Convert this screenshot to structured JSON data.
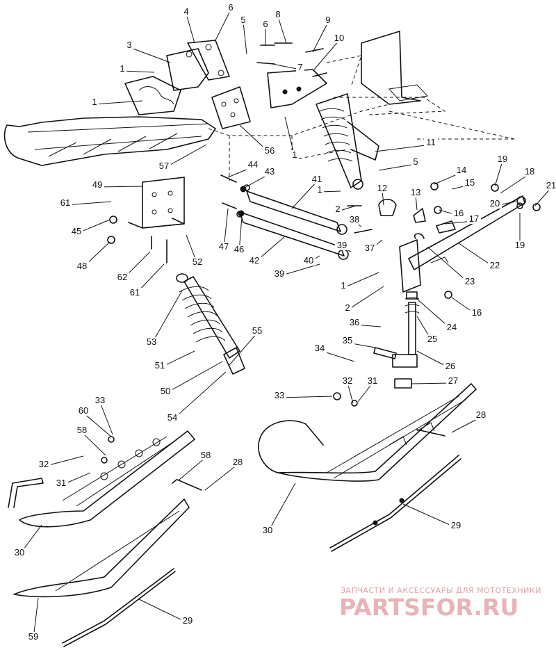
{
  "diagram": {
    "callouts": [
      {
        "id": "c1",
        "label": "4"
      },
      {
        "id": "c2",
        "label": "6"
      },
      {
        "id": "c3",
        "label": "5"
      },
      {
        "id": "c4",
        "label": "8"
      },
      {
        "id": "c5",
        "label": "9"
      },
      {
        "id": "c6",
        "label": "6"
      },
      {
        "id": "c7",
        "label": "10"
      },
      {
        "id": "c8",
        "label": "3"
      },
      {
        "id": "c9",
        "label": "1"
      },
      {
        "id": "c10",
        "label": "7"
      },
      {
        "id": "c11",
        "label": "1"
      },
      {
        "id": "c12",
        "label": "56"
      },
      {
        "id": "c13",
        "label": "1"
      },
      {
        "id": "c14",
        "label": "57"
      },
      {
        "id": "c15",
        "label": "11"
      },
      {
        "id": "c16",
        "label": "44"
      },
      {
        "id": "c17",
        "label": "43"
      },
      {
        "id": "c18",
        "label": "5"
      },
      {
        "id": "c19",
        "label": "14"
      },
      {
        "id": "c20",
        "label": "19"
      },
      {
        "id": "c21",
        "label": "18"
      },
      {
        "id": "c22",
        "label": "49"
      },
      {
        "id": "c23",
        "label": "41"
      },
      {
        "id": "c24",
        "label": "15"
      },
      {
        "id": "c25",
        "label": "21"
      },
      {
        "id": "c26",
        "label": "61"
      },
      {
        "id": "c27",
        "label": "1"
      },
      {
        "id": "c28",
        "label": "12"
      },
      {
        "id": "c29",
        "label": "13"
      },
      {
        "id": "c30",
        "label": "20"
      },
      {
        "id": "c31",
        "label": "2"
      },
      {
        "id": "c32",
        "label": "16"
      },
      {
        "id": "c33",
        "label": "45"
      },
      {
        "id": "c34",
        "label": "38"
      },
      {
        "id": "c35",
        "label": "17"
      },
      {
        "id": "c36",
        "label": "19"
      },
      {
        "id": "c37",
        "label": "47"
      },
      {
        "id": "c38",
        "label": "46"
      },
      {
        "id": "c39",
        "label": "39"
      },
      {
        "id": "c40",
        "label": "37"
      },
      {
        "id": "c41",
        "label": "48"
      },
      {
        "id": "c42",
        "label": "42"
      },
      {
        "id": "c43",
        "label": "52"
      },
      {
        "id": "c44",
        "label": "40"
      },
      {
        "id": "c45",
        "label": "22"
      },
      {
        "id": "c46",
        "label": "62"
      },
      {
        "id": "c47",
        "label": "39"
      },
      {
        "id": "c48",
        "label": "61"
      },
      {
        "id": "c49",
        "label": "1"
      },
      {
        "id": "c50",
        "label": "23"
      },
      {
        "id": "c51",
        "label": "2"
      },
      {
        "id": "c52",
        "label": "16"
      },
      {
        "id": "c53",
        "label": "36"
      },
      {
        "id": "c54",
        "label": "24"
      },
      {
        "id": "c55",
        "label": "53"
      },
      {
        "id": "c56",
        "label": "55"
      },
      {
        "id": "c57",
        "label": "25"
      },
      {
        "id": "c58",
        "label": "35"
      },
      {
        "id": "c59",
        "label": "34"
      },
      {
        "id": "c60",
        "label": "51"
      },
      {
        "id": "c61",
        "label": "26"
      },
      {
        "id": "c62",
        "label": "50"
      },
      {
        "id": "c63",
        "label": "27"
      },
      {
        "id": "c64",
        "label": "32"
      },
      {
        "id": "c65",
        "label": "31"
      },
      {
        "id": "c66",
        "label": "33"
      },
      {
        "id": "c67",
        "label": "33"
      },
      {
        "id": "c68",
        "label": "54"
      },
      {
        "id": "c69",
        "label": "60"
      },
      {
        "id": "c70",
        "label": "28"
      },
      {
        "id": "c71",
        "label": "58"
      },
      {
        "id": "c72",
        "label": "58"
      },
      {
        "id": "c73",
        "label": "32"
      },
      {
        "id": "c74",
        "label": "28"
      },
      {
        "id": "c75",
        "label": "31"
      },
      {
        "id": "c76",
        "label": "30"
      },
      {
        "id": "c77",
        "label": "29"
      },
      {
        "id": "c78",
        "label": "30"
      },
      {
        "id": "c79",
        "label": "59"
      },
      {
        "id": "c80",
        "label": "29"
      }
    ]
  },
  "watermark": {
    "tagline": "ЗАПЧАСТИ И АКСЕССУАРЫ ДЛЯ МОТОТЕХНИКИ",
    "logo": "PARTSFOR.RU",
    "color": "#e8b3b8"
  },
  "colors": {
    "ink": "#111111",
    "background": "#ffffff"
  }
}
